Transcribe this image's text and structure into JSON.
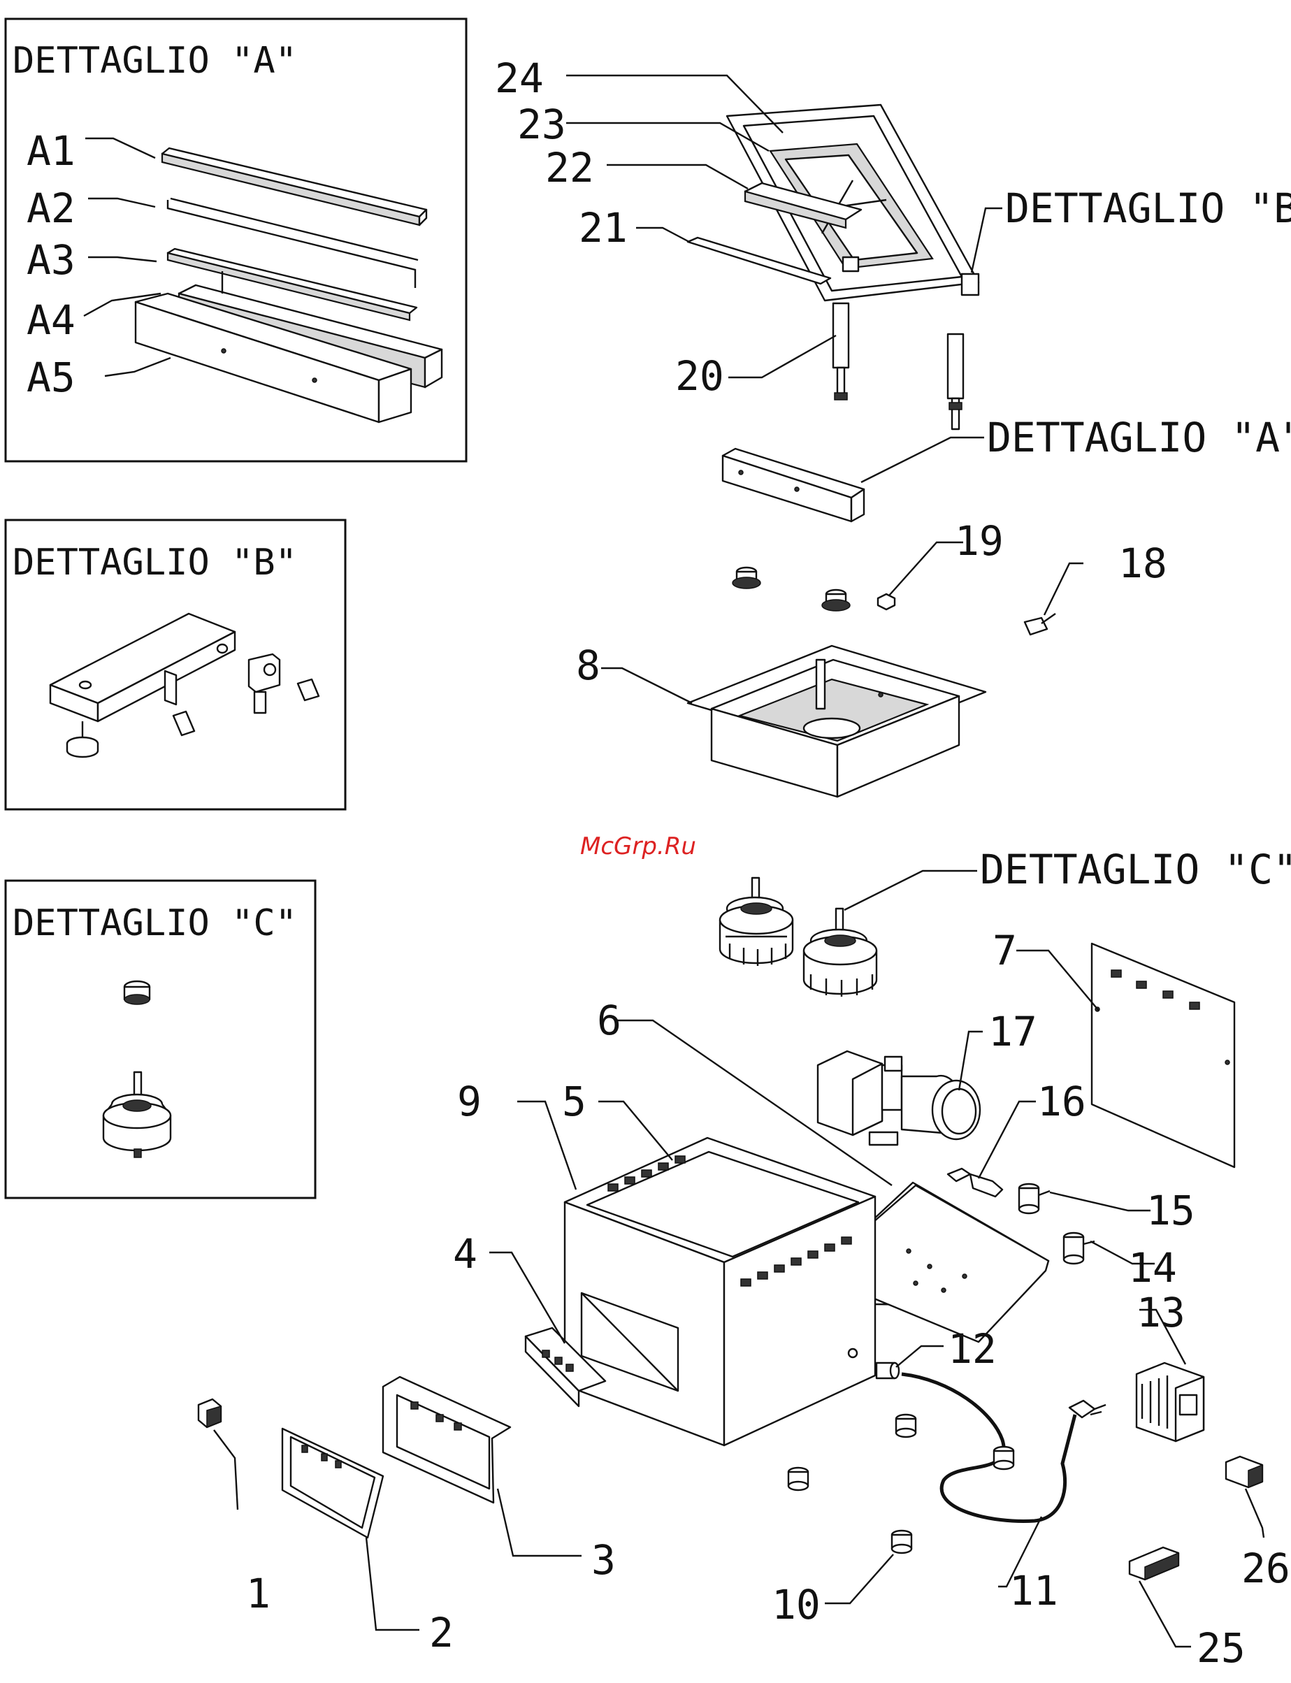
{
  "boxes": {
    "a": {
      "title": "DETTAGLIO \"A\"",
      "items": [
        "A1",
        "A2",
        "A3",
        "A4",
        "A5"
      ]
    },
    "b": {
      "title": "DETTAGLIO \"B\""
    },
    "c": {
      "title": "DETTAGLIO \"C\""
    }
  },
  "callouts": {
    "detail_a": "DETTAGLIO \"A\"",
    "detail_b": "DETTAGLIO \"B\"",
    "detail_c": "DETTAGLIO \"C\""
  },
  "parts": [
    "1",
    "2",
    "3",
    "4",
    "5",
    "6",
    "7",
    "8",
    "9",
    "10",
    "11",
    "12",
    "13",
    "14",
    "15",
    "16",
    "17",
    "18",
    "19",
    "20",
    "21",
    "22",
    "23",
    "24",
    "25",
    "26"
  ],
  "watermark": "McGrp.Ru"
}
